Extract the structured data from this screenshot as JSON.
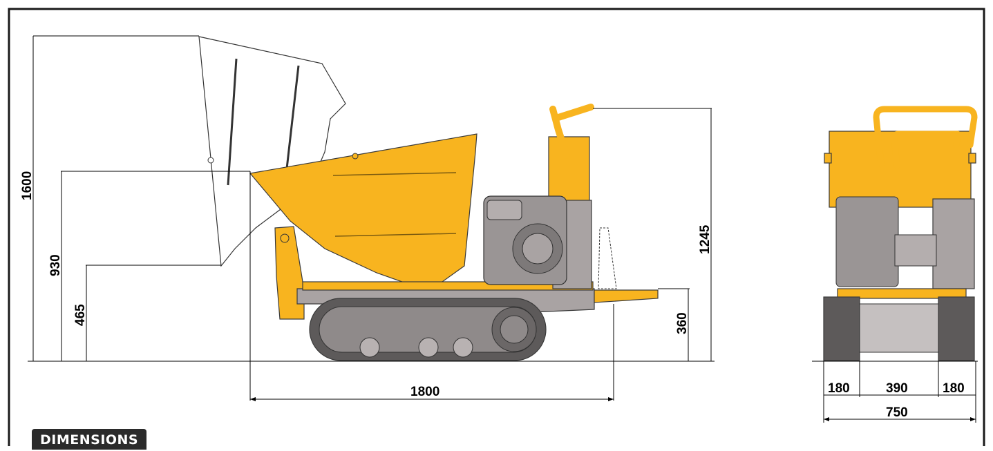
{
  "section_label": "DIMENSIONS",
  "colors": {
    "accent": "#f8b41f",
    "machine": "#a9a3a3",
    "track": "#5d5a5a",
    "frame": "#1a1a1a"
  },
  "side_view": {
    "max_dump_height": "1600",
    "hopper_height": "930",
    "dump_clearance": "465",
    "handle_height": "1245",
    "platform_height": "360",
    "overall_length": "1800"
  },
  "front_view": {
    "track_left": "180",
    "track_gap": "390",
    "track_right": "180",
    "overall_width": "750"
  }
}
